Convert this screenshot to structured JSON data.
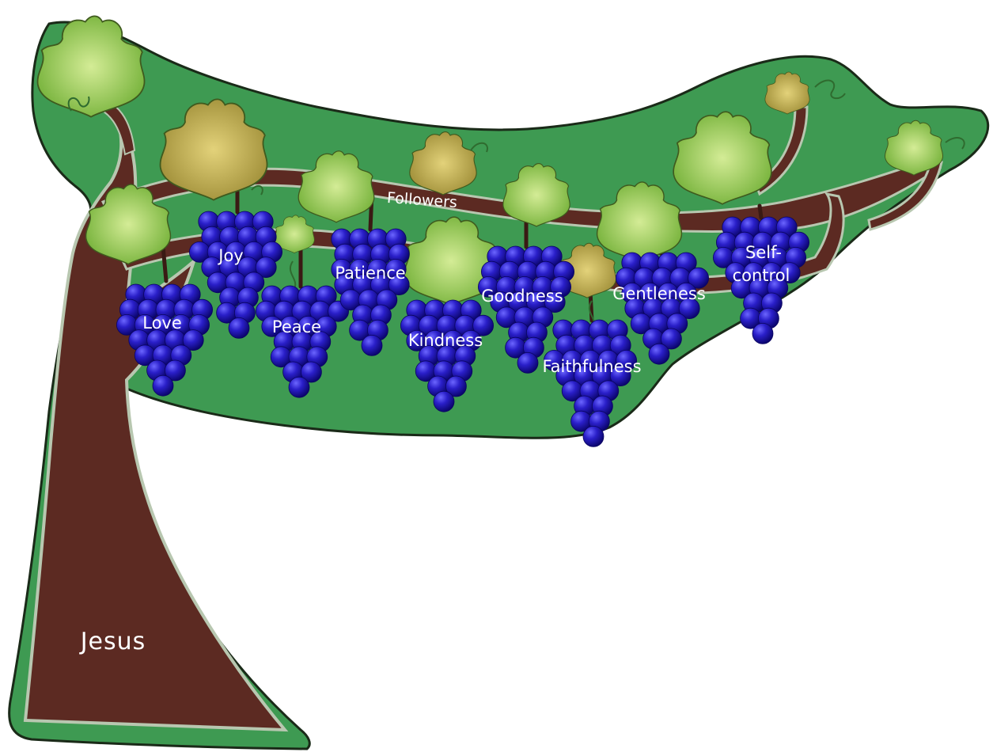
{
  "trunk_label": "Jesus",
  "branch_label": "Followers",
  "fruits": [
    {
      "id": "love",
      "label": "Love"
    },
    {
      "id": "joy",
      "label": "Joy"
    },
    {
      "id": "peace",
      "label": "Peace"
    },
    {
      "id": "patience",
      "label": "Patience"
    },
    {
      "id": "kindness",
      "label": "Kindness"
    },
    {
      "id": "goodness",
      "label": "Goodness"
    },
    {
      "id": "faithfulness",
      "label": "Faithfulness"
    },
    {
      "id": "gentleness",
      "label": "Gentleness"
    },
    {
      "id": "self-control",
      "lines": [
        "Self-",
        "control"
      ]
    }
  ],
  "colors": {
    "background": "#ffffff",
    "vine_area": "#3e9a52",
    "outline": "#1a2a18",
    "wood": "#5c2a22",
    "wood_border": "#b8c7b0",
    "grape": "#2a1fc9",
    "grape_dark": "#0c0670",
    "leaf_green": "#8fcb48",
    "leaf_olive": "#b6a64c",
    "tendril": "#2f6b2f",
    "label_text": "#ffffff"
  }
}
